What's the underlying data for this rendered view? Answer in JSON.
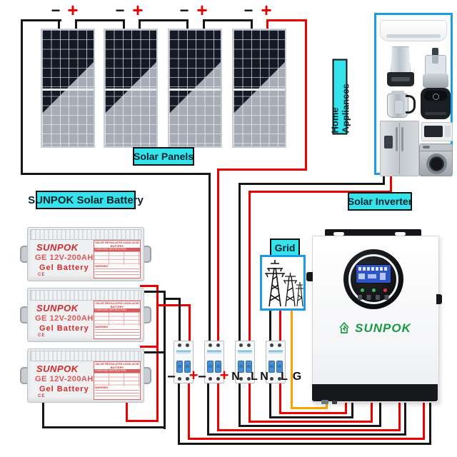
{
  "labels": {
    "solar_panels": "Solar Panels",
    "solar_battery": "SUNPOK Solar Battery",
    "home_appliances": "Home Appliances",
    "solar_inverter": "Solar Inverter",
    "grid": "Grid"
  },
  "terminals": {
    "minus": "−",
    "plus": "+"
  },
  "breaker_row": [
    "−",
    "+",
    "−",
    "+",
    "N",
    "L",
    "N",
    "L",
    "G"
  ],
  "battery": {
    "brand": "SUNPOK",
    "model": "GE 12V-200AH",
    "type": "Gel Battery",
    "certs": "CE",
    "table_title": "VALVE REGULATED LEAD-ACID BATTERY",
    "table_header": "CHARGING INSTRUCTION",
    "warning": "WARNING"
  },
  "inverter": {
    "brand": "SUNPOK"
  },
  "colors": {
    "label_bg": "#35e3ea",
    "box_border_blue": "#1b9ce4",
    "wire_red": "#ec0000",
    "wire_black": "#161616",
    "wire_orange": "#ffa200",
    "brand_green": "#189a40",
    "battery_red": "#d42a2a"
  }
}
